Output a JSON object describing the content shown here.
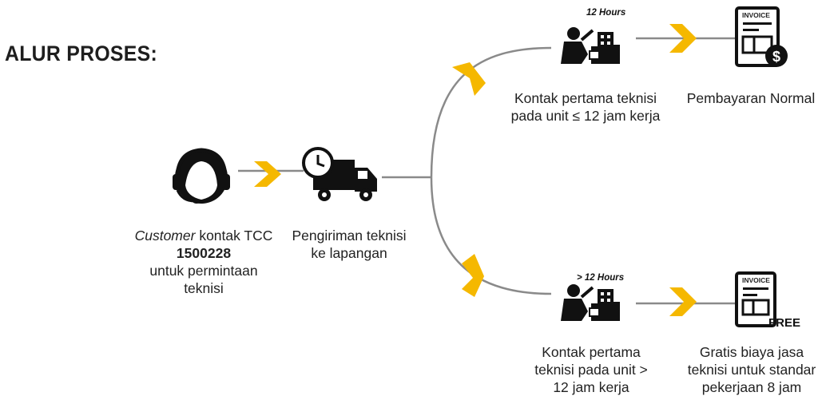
{
  "title": "ALUR PROSES:",
  "steps": {
    "customer": {
      "icon": "headset-agent-icon",
      "caption_italic": "Customer",
      "caption_rest": " kontak TCC",
      "number": "1500228",
      "caption_line3": "untuk permintaan",
      "caption_line4": "teknisi"
    },
    "dispatch": {
      "icon": "delivery-truck-clock-icon",
      "caption_line1": "Pengiriman teknisi",
      "caption_line2": "ke lapangan"
    },
    "normal_branch": {
      "hours_label": "12 Hours",
      "icon": "technician-repair-icon",
      "caption_line1": "Kontak pertama teknisi",
      "caption_line2": "pada unit ≤ 12 jam kerja",
      "result": {
        "icon": "invoice-dollar-icon",
        "invoice_label": "INVOICE",
        "caption": "Pembayaran Normal"
      }
    },
    "late_branch": {
      "hours_label": "> 12 Hours",
      "icon": "technician-repair-icon",
      "caption_line1": "Kontak pertama",
      "caption_line2": "teknisi pada unit >",
      "caption_line3": "12 jam kerja",
      "result": {
        "icon": "invoice-free-icon",
        "invoice_label": "INVOICE",
        "free_label": "FREE",
        "caption_line1": "Gratis biaya jasa",
        "caption_line2": "teknisi untuk standar",
        "caption_line3": "pekerjaan 8 jam"
      }
    }
  },
  "colors": {
    "arrow": "#f5b800",
    "line": "#8a8a8a",
    "icon": "#111111"
  }
}
